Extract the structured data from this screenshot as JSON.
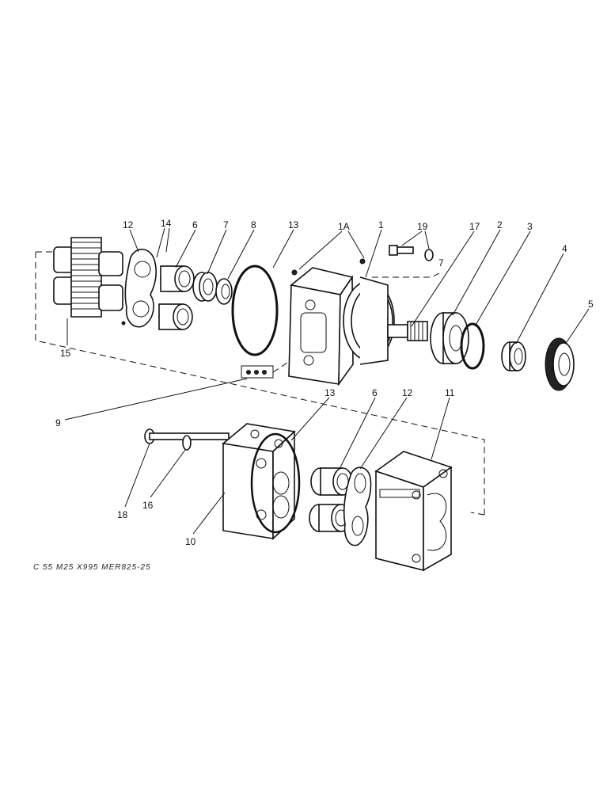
{
  "diagram": {
    "callouts": {
      "c12_top": "12",
      "c14": "14",
      "c6_top": "6",
      "c7": "7",
      "c8": "8",
      "c13_top": "13",
      "c1A": "1A",
      "c1": "1",
      "c19": "19",
      "c7_box": "7",
      "c17": "17",
      "c2": "2",
      "c3": "3",
      "c4": "4",
      "c5": "5",
      "c15": "15",
      "c9": "9",
      "c13_bottom": "13",
      "c6_bottom": "6",
      "c12_bottom": "12",
      "c11": "11",
      "c18": "18",
      "c16": "16",
      "c10": "10"
    },
    "footer_code": "C 55 M25 X995 MER825-25"
  }
}
